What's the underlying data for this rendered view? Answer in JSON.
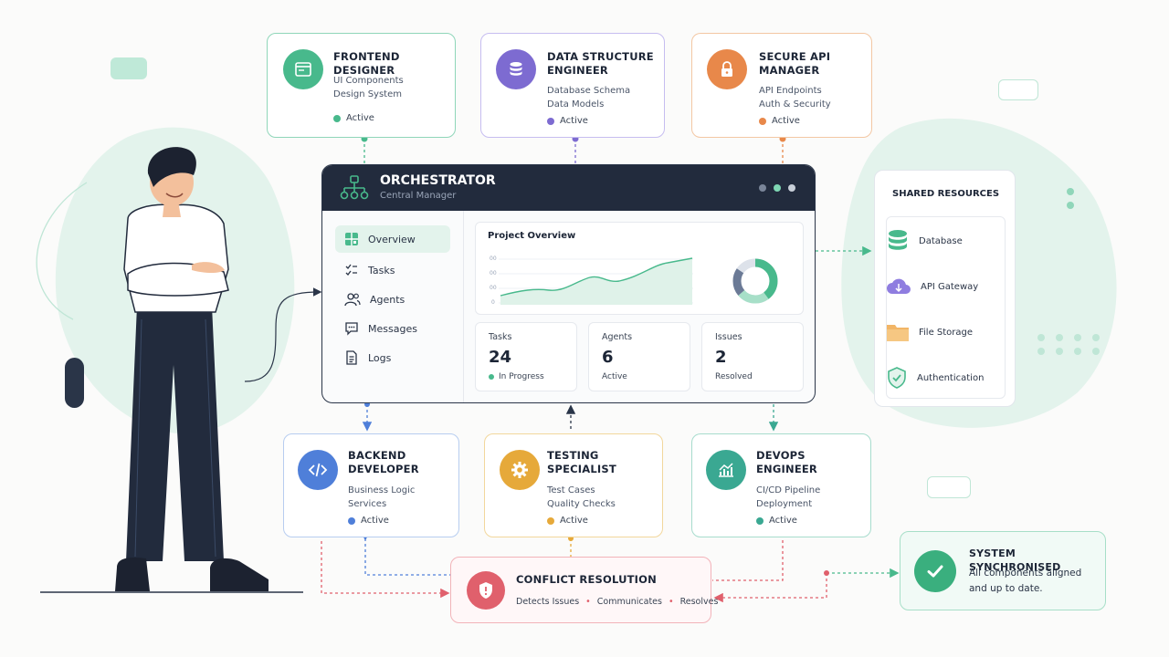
{
  "colors": {
    "green": "#48b98c",
    "purple": "#7d6bd1",
    "orange": "#e8884a",
    "blue": "#4f7fd9",
    "yellow": "#e6a93a",
    "teal": "#3aa892",
    "red": "#e0606c",
    "navy": "#222b3d"
  },
  "top_cards": [
    {
      "title": "FRONTEND DESIGNER",
      "lines": [
        "UI Components",
        "Design System"
      ],
      "status": "Active",
      "icon": "browser-window-icon"
    },
    {
      "title": "DATA STRUCTURE ENGINEER",
      "lines": [
        "Database Schema",
        "Data Models"
      ],
      "status": "Active",
      "icon": "database-icon"
    },
    {
      "title": "SECURE API MANAGER",
      "lines": [
        "API Endpoints",
        "Auth & Security"
      ],
      "status": "Active",
      "icon": "lock-icon"
    }
  ],
  "orchestrator": {
    "title": "ORCHESTRATOR",
    "subtitle": "Central Manager",
    "nav": [
      {
        "label": "Overview",
        "icon": "grid-icon"
      },
      {
        "label": "Tasks",
        "icon": "checklist-icon"
      },
      {
        "label": "Agents",
        "icon": "users-icon"
      },
      {
        "label": "Messages",
        "icon": "chat-icon"
      },
      {
        "label": "Logs",
        "icon": "document-icon"
      }
    ],
    "overview": {
      "title": "Project Overview",
      "y_ticks": [
        "00",
        "00",
        "00",
        "0"
      ]
    },
    "stats": [
      {
        "label": "Tasks",
        "value": "24",
        "sub": "In Progress"
      },
      {
        "label": "Agents",
        "value": "6",
        "sub": "Active"
      },
      {
        "label": "Issues",
        "value": "2",
        "sub": "Resolved"
      }
    ]
  },
  "shared_resources": {
    "title": "SHARED RESOURCES",
    "items": [
      {
        "label": "Database",
        "icon": "database-icon"
      },
      {
        "label": "API Gateway",
        "icon": "cloud-icon"
      },
      {
        "label": "File Storage",
        "icon": "folder-icon"
      },
      {
        "label": "Authentication",
        "icon": "shield-check-icon"
      }
    ]
  },
  "bottom_cards": [
    {
      "title": "BACKEND DEVELOPER",
      "lines": [
        "Business Logic",
        "Services"
      ],
      "status": "Active",
      "icon": "code-icon"
    },
    {
      "title": "TESTING SPECIALIST",
      "lines": [
        "Test Cases",
        "Quality Checks"
      ],
      "status": "Active",
      "icon": "gear-icon"
    },
    {
      "title": "DEVOPS ENGINEER",
      "lines": [
        "CI/CD Pipeline",
        "Deployment"
      ],
      "status": "Active",
      "icon": "chart-icon"
    }
  ],
  "conflict": {
    "title": "CONFLICT RESOLUTION",
    "steps": [
      "Detects Issues",
      "Communicates",
      "Resolves"
    ],
    "separator": "•"
  },
  "sync": {
    "title": "SYSTEM SYNCHRONISED",
    "line1": "All components aligned",
    "line2": "and up to date."
  }
}
